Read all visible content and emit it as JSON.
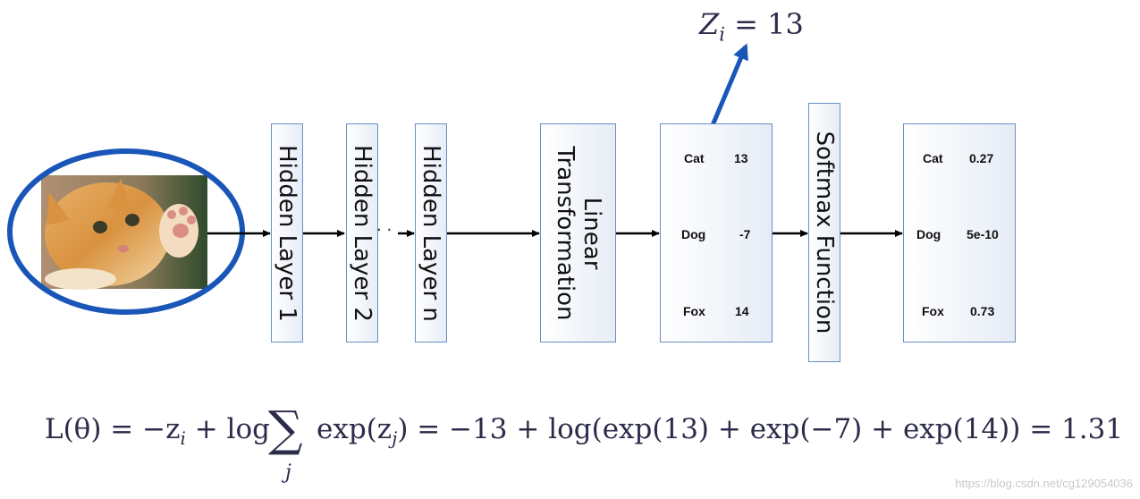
{
  "annotation": {
    "z_letter": "Z",
    "z_sub": "i",
    "z_rest": " = 13"
  },
  "layers": {
    "hidden_1": "Hidden Layer 1",
    "hidden_2": "Hidden Layer 2",
    "ellipsis": "· ·",
    "hidden_n": "Hidden Layer n",
    "linear_line1": "Linear",
    "linear_line2": "Transformation",
    "softmax": "Softmax Function"
  },
  "logits": [
    {
      "label": "Cat",
      "value": "13"
    },
    {
      "label": "Dog",
      "value": "-7"
    },
    {
      "label": "Fox",
      "value": "14"
    }
  ],
  "probabilities": [
    {
      "label": "Cat",
      "value": "0.27"
    },
    {
      "label": "Dog",
      "value": "5e-10"
    },
    {
      "label": "Fox",
      "value": "0.73"
    }
  ],
  "formula": {
    "lhs": "L(θ) = −z",
    "lhs_sub": "i",
    "plus_log": " + log",
    "sum_symbol": "∑",
    "sum_index": "j",
    "exp_part": "exp(z",
    "exp_sub": "j",
    "rhs": ") =  −13 + log(exp(13) + exp(−7) + exp(14)) = 1.31"
  },
  "watermark": "https://blog.csdn.net/cg129054036",
  "colors": {
    "accent": "#1a56b8",
    "box_border": "#6b8fc4"
  }
}
